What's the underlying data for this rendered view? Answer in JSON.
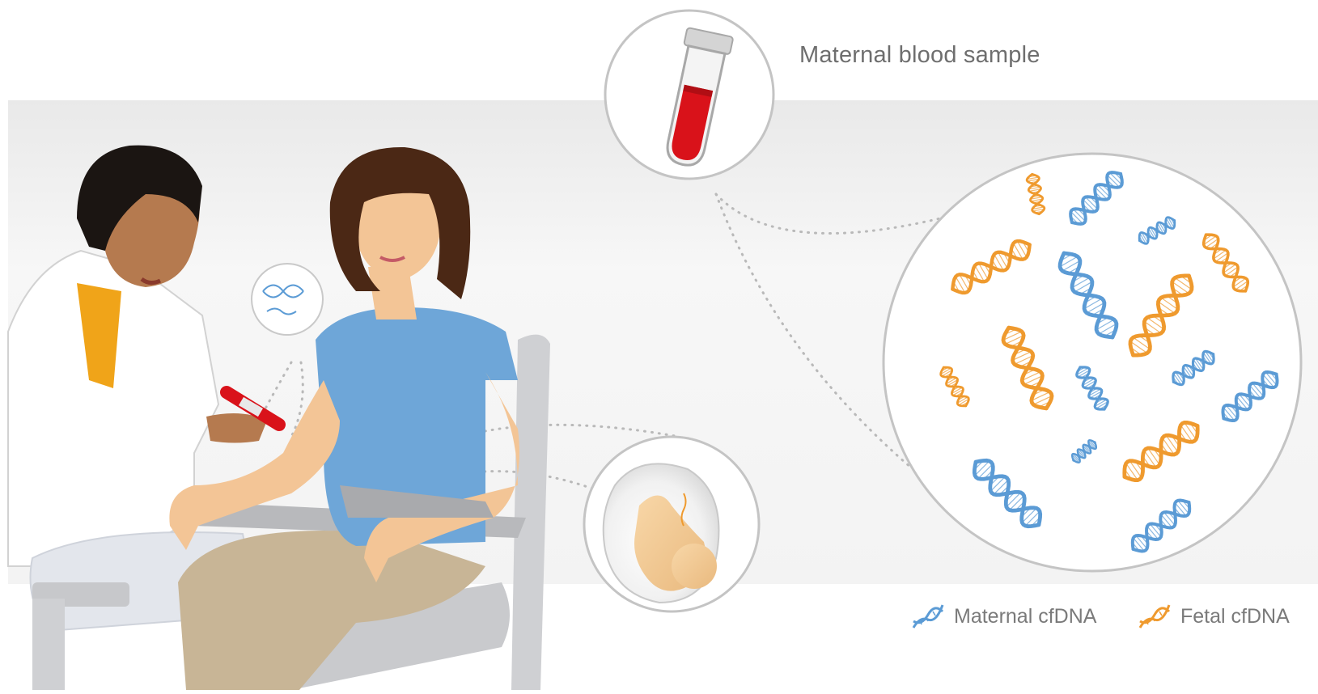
{
  "labels": {
    "sample_title": "Maternal blood sample"
  },
  "legend": {
    "maternal": {
      "label": "Maternal cfDNA",
      "color": "#5b9bd5",
      "icon": "dna-helix-icon"
    },
    "fetal": {
      "label": "Fetal cfDNA",
      "color": "#ef9a2e",
      "icon": "dna-helix-icon"
    }
  },
  "colors": {
    "blood": "#d9121a",
    "shirt": "#6ea6d8",
    "pants": "#c8b596",
    "skin_patient": "#f3c596",
    "skin_doctor": "#b57a4f",
    "hair_patient": "#4b2815",
    "hair_doctor": "#1b1512",
    "doctor_top": "#f0a419",
    "chair": "#cfd0d3",
    "band": "#f1f1f1"
  }
}
